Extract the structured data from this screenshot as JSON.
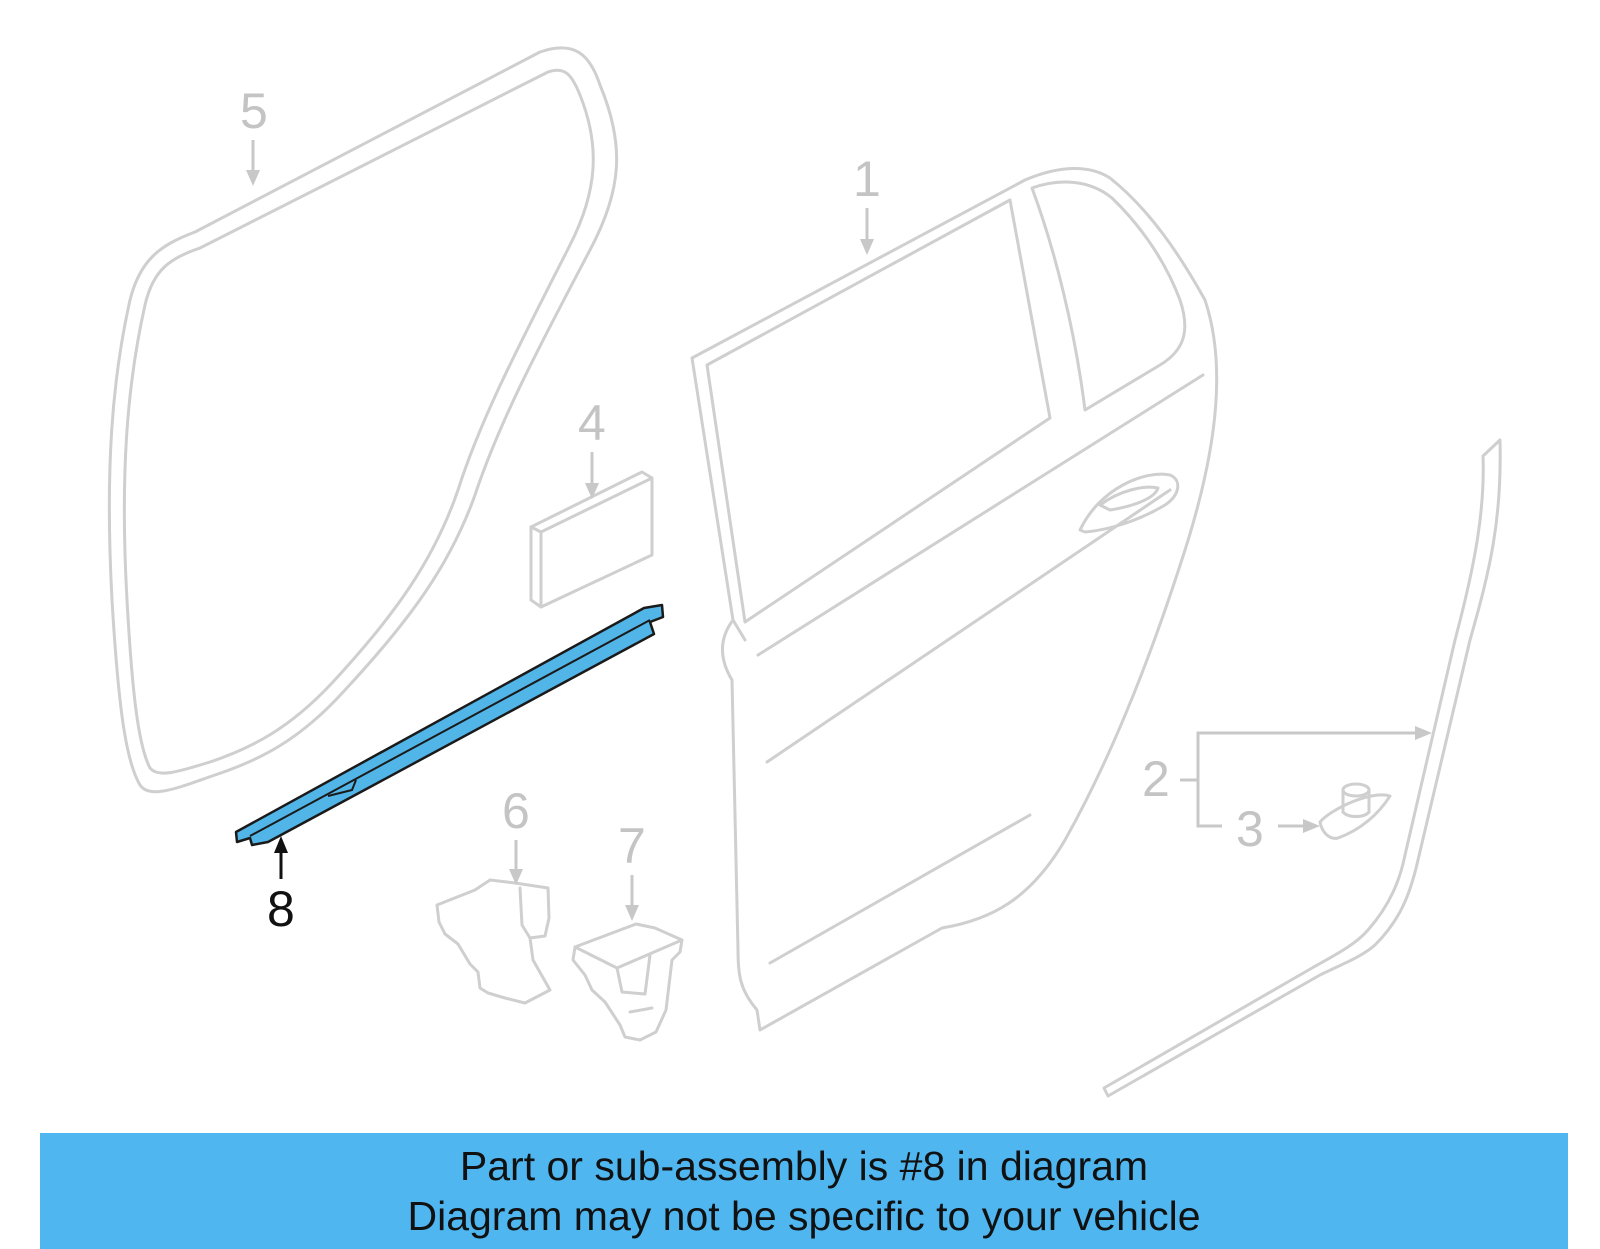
{
  "diagram": {
    "callouts": [
      {
        "id": "1",
        "label": "1"
      },
      {
        "id": "2",
        "label": "2"
      },
      {
        "id": "3",
        "label": "3"
      },
      {
        "id": "4",
        "label": "4"
      },
      {
        "id": "5",
        "label": "5"
      },
      {
        "id": "6",
        "label": "6"
      },
      {
        "id": "7",
        "label": "7"
      },
      {
        "id": "8",
        "label": "8"
      }
    ],
    "highlighted_part": "8",
    "colors": {
      "highlight_fill": "#52b5e8",
      "part_outline": "#cfcfcf",
      "notice_background": "#4fb6f0"
    }
  },
  "notice": {
    "line1": "Part or sub-assembly is #8 in diagram",
    "line2": "Diagram may not be specific to your vehicle"
  }
}
